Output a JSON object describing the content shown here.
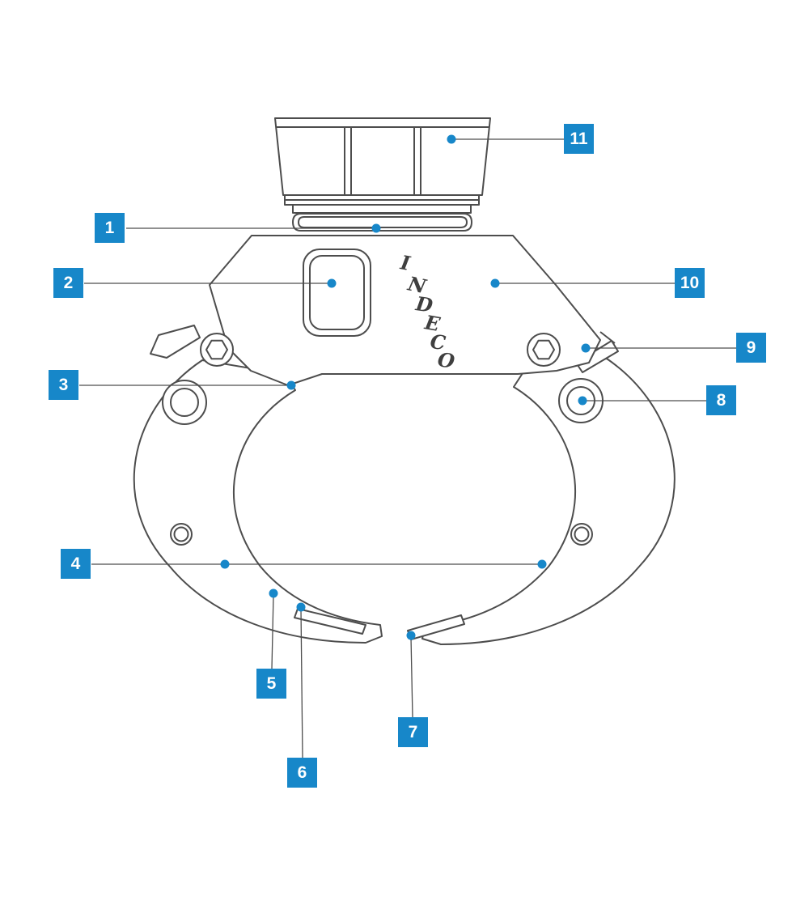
{
  "diagram": {
    "accent_color": "#1787c9",
    "line_color": "#4d4d4d",
    "brand_letters": [
      "I",
      "N",
      "D",
      "E",
      "C",
      "O"
    ]
  },
  "callouts": [
    {
      "number": "1"
    },
    {
      "number": "2"
    },
    {
      "number": "3"
    },
    {
      "number": "4"
    },
    {
      "number": "5"
    },
    {
      "number": "6"
    },
    {
      "number": "7"
    },
    {
      "number": "8"
    },
    {
      "number": "9"
    },
    {
      "number": "10"
    },
    {
      "number": "11"
    }
  ]
}
